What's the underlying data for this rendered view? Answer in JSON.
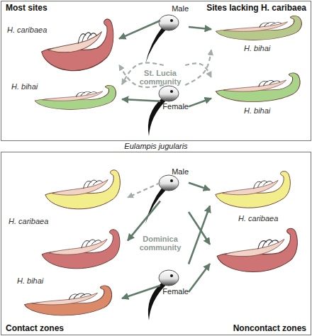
{
  "diagram": {
    "nodes": [
      {
        "text": [
          "Most sites",
          "Sites lacking H. caribaea",
          "St. Lucia community"
        ]
      },
      {
        "text": [
          "Male"
        ],
        "in": 0
      },
      {
        "text": [
          "Female"
        ],
        "in": 0
      },
      {
        "text": [
          "H. caribaea"
        ],
        "in": 0
      },
      {
        "text": [
          "H. bihai"
        ],
        "in": 0
      },
      {
        "text": [
          "H. bihai"
        ],
        "in": 0
      },
      {
        "text": [
          "H. bihai"
        ],
        "in": 0
      },
      {
        "text": [
          "Dominica community",
          "Contact zones",
          "Noncontact zones"
        ]
      },
      {
        "text": [
          "Male"
        ],
        "in": 7
      },
      {
        "text": [
          "Female"
        ],
        "in": 7
      },
      {
        "text": [
          "H. caribaea"
        ],
        "in": 7
      },
      {
        "text": [
          "H. bihai"
        ],
        "in": 7
      },
      {
        "text": [
          "H. caribaea"
        ],
        "in": 7
      }
    ],
    "edges": [
      {
        "from": 1,
        "to": 3,
        "arrow": "to"
      },
      {
        "from": 1,
        "to": 5,
        "arrow": "to"
      },
      {
        "from": 2,
        "to": 4,
        "arrow": "to"
      },
      {
        "from": 2,
        "to": 6,
        "arrow": "to"
      },
      {
        "from": 1,
        "to": 4,
        "arrow": "to"
      },
      {
        "from": 2,
        "to": 3,
        "arrow": "to"
      },
      {
        "from": 1,
        "to": 6,
        "arrow": "to"
      },
      {
        "from": 2,
        "to": 5,
        "arrow": "to"
      },
      {
        "from": 8,
        "to": 10,
        "arrow": "to"
      },
      {
        "from": 8,
        "to": 10,
        "arrow": "to"
      },
      {
        "from": 9,
        "to": 11,
        "arrow": "to"
      },
      {
        "from": 8,
        "to": 12,
        "arrow": "to"
      },
      {
        "from": 8,
        "to": 12,
        "arrow": "to"
      },
      {
        "from": 9,
        "to": 12,
        "arrow": "to"
      },
      {
        "from": 9,
        "to": 12,
        "arrow": "to"
      }
    ],
    "labels": [
      "Eulampis jugularis"
    ]
  }
}
